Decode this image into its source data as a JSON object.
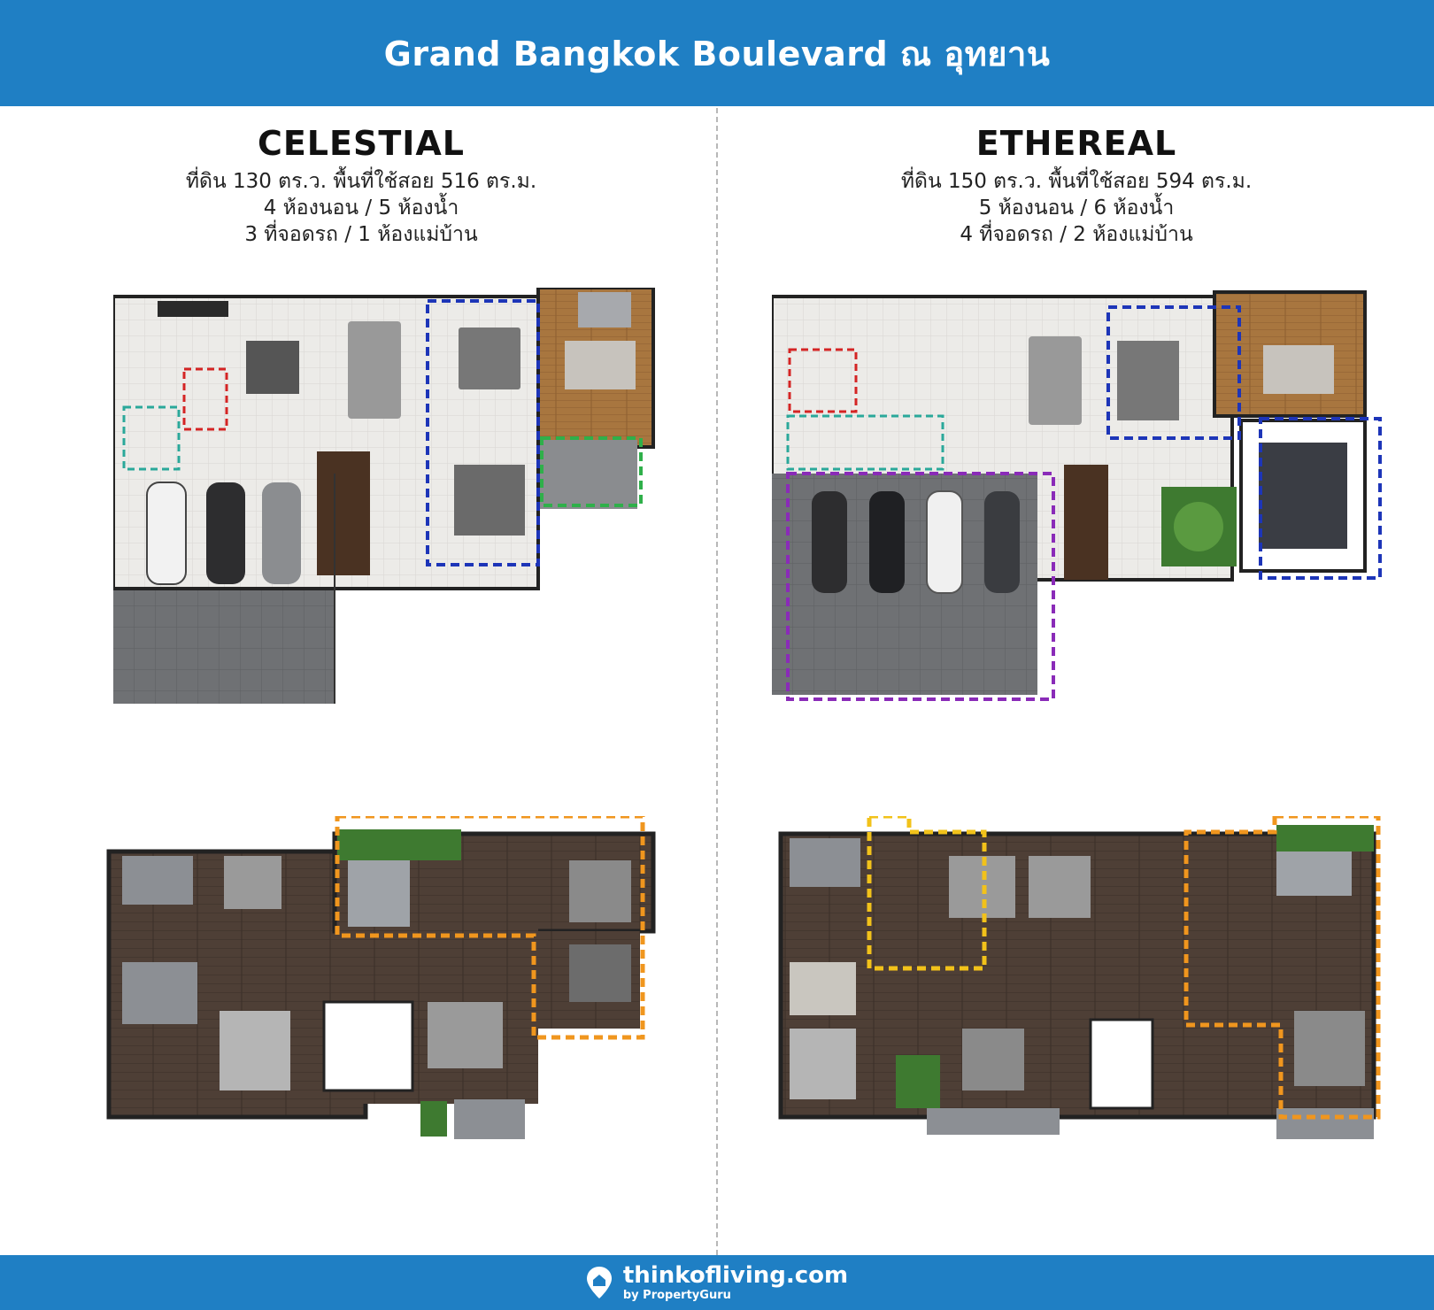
{
  "header": {
    "title": "Grand Bangkok Boulevard ณ อุทยาน"
  },
  "models": [
    {
      "name": "CELESTIAL",
      "specs": [
        "ที่ดิน 130 ตร.ว. พื้นที่ใช้สอย 516 ตร.ม.",
        "4 ห้องนอน / 5 ห้องน้ำ",
        "3 ที่จอดรถ / 1 ห้องแม่บ้าน"
      ]
    },
    {
      "name": "ETHEREAL",
      "specs": [
        "ที่ดิน 150 ตร.ว. พื้นที่ใช้สอย 594 ตร.ม.",
        "5 ห้องนอน / 6 ห้องน้ำ",
        "4 ที่จอดรถ / 2 ห้องแม่บ้าน"
      ]
    }
  ],
  "highlight_colors": {
    "blue": "#1d35b8",
    "red": "#d42424",
    "teal": "#2aa89a",
    "green": "#2fb04a",
    "purple": "#8a2bb8",
    "orange": "#f0961e",
    "yellow": "#f2c21a"
  },
  "footer": {
    "brand": "thinkofliving.com",
    "sub": "by PropertyGuru",
    "icon": "location-pin-icon"
  }
}
